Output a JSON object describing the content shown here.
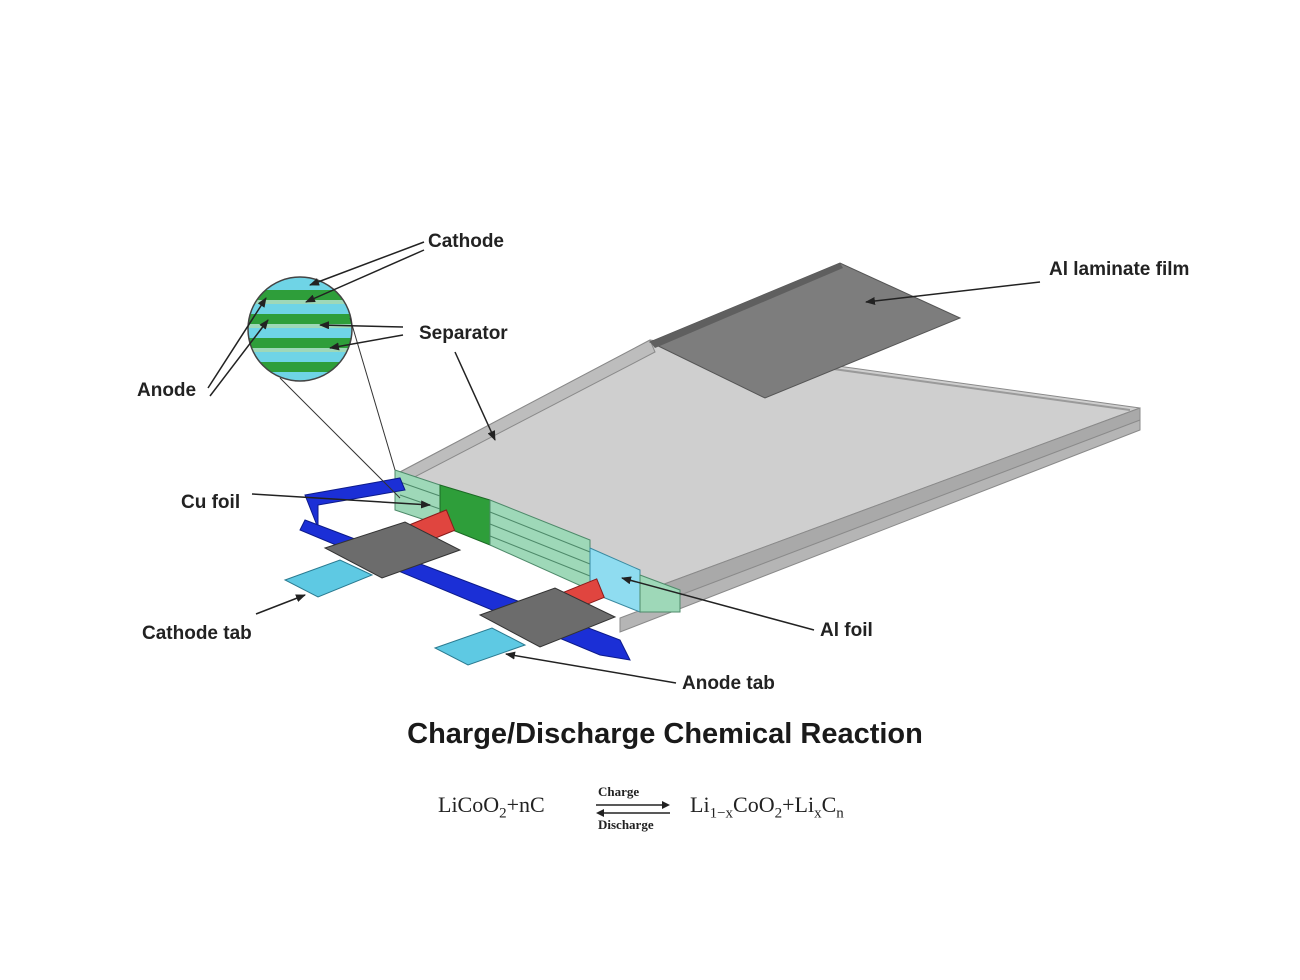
{
  "labels": {
    "cathode": "Cathode",
    "anode": "Anode",
    "separator": "Separator",
    "al_laminate_film": "Al laminate film",
    "cu_foil": "Cu foil",
    "cathode_tab": "Cathode tab",
    "al_foil": "Al foil",
    "anode_tab": "Anode tab"
  },
  "title": "Charge/Discharge Chemical Reaction",
  "equation": {
    "left_1": "LiCoO",
    "left_sub": "2",
    "left_2": "+nC",
    "charge": "Charge",
    "discharge": "Discharge",
    "right_1": "Li",
    "right_sub1": "1−x",
    "right_2": "CoO",
    "right_sub2": "2",
    "right_3": "+Li",
    "right_sub3": "x",
    "right_4": "C",
    "right_sub4": "n"
  },
  "colors": {
    "pouch_top": "#c9c9c9",
    "pouch_side": "#a9a9a9",
    "laminate_film": "#7d7d7d",
    "anode_layer": "#2e9e3a",
    "cathode_layer": "#6fd4e6",
    "separator_layer": "#9ed8b8",
    "cu_foil": "#1b2fd6",
    "al_foil": "#8fdcf0",
    "tab_metal": "#6c6c6c",
    "tab_seal": "#e0453f",
    "tab_strip": "#5ec9e3"
  }
}
